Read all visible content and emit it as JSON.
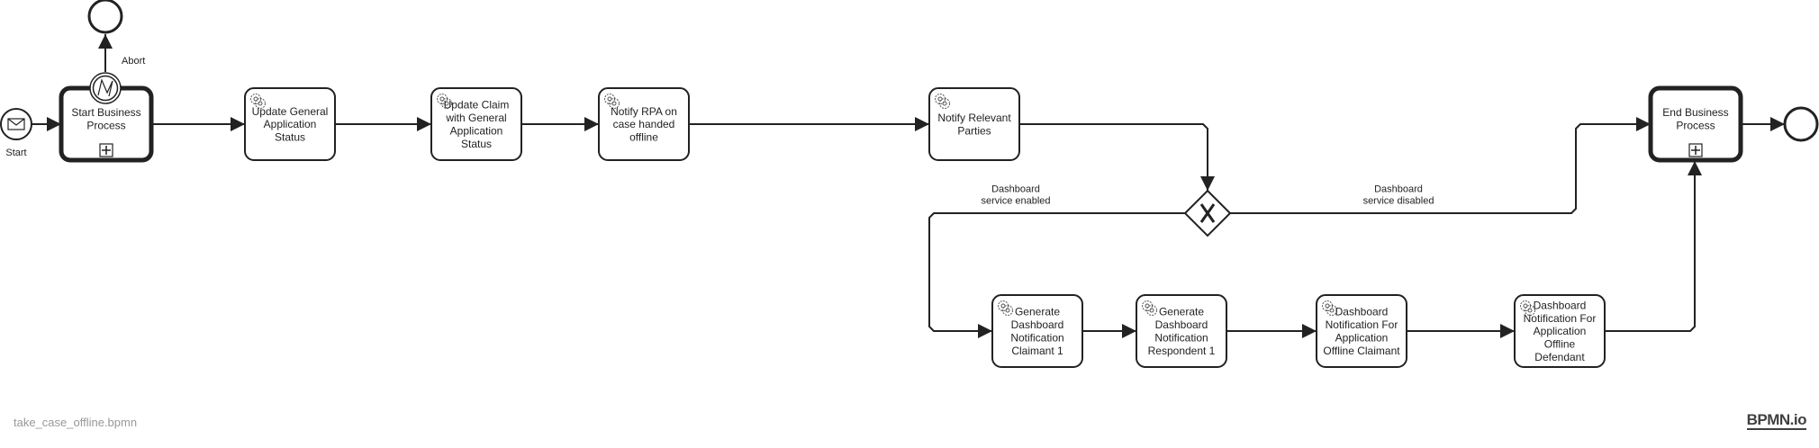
{
  "file_name": "take_case_offline.bpmn",
  "logo": "BPMN.io",
  "events": {
    "start": "Start",
    "abort": "Abort"
  },
  "subprocesses": [
    {
      "lines": [
        "Start Business",
        "Process"
      ]
    },
    {
      "lines": [
        "End Business",
        "Process"
      ]
    }
  ],
  "tasks": [
    {
      "lines": [
        "Update General",
        "Application",
        "Status"
      ]
    },
    {
      "lines": [
        "Update Claim",
        "with General",
        "Application",
        "Status"
      ]
    },
    {
      "lines": [
        "Notify RPA on",
        "case handed",
        "offline"
      ]
    },
    {
      "lines": [
        "Notify Relevant",
        "Parties"
      ]
    },
    {
      "lines": [
        "Generate",
        "Dashboard",
        "Notification",
        "Claimant 1"
      ]
    },
    {
      "lines": [
        "Generate",
        "Dashboard",
        "Notification",
        "Respondent 1"
      ]
    },
    {
      "lines": [
        "Dashboard",
        "Notification For",
        "Application",
        "Offline Claimant"
      ]
    },
    {
      "lines": [
        "Dashboard",
        "Notification For",
        "Application",
        "Offline",
        "Defendant"
      ]
    }
  ],
  "gateway": {
    "type": "exclusive",
    "symbol": "X"
  },
  "flow_labels": {
    "enabled": [
      "Dashboard",
      "service enabled"
    ],
    "disabled": [
      "Dashboard",
      "service disabled"
    ]
  },
  "colors": {
    "stroke": "#222222",
    "filename": "#999999"
  }
}
